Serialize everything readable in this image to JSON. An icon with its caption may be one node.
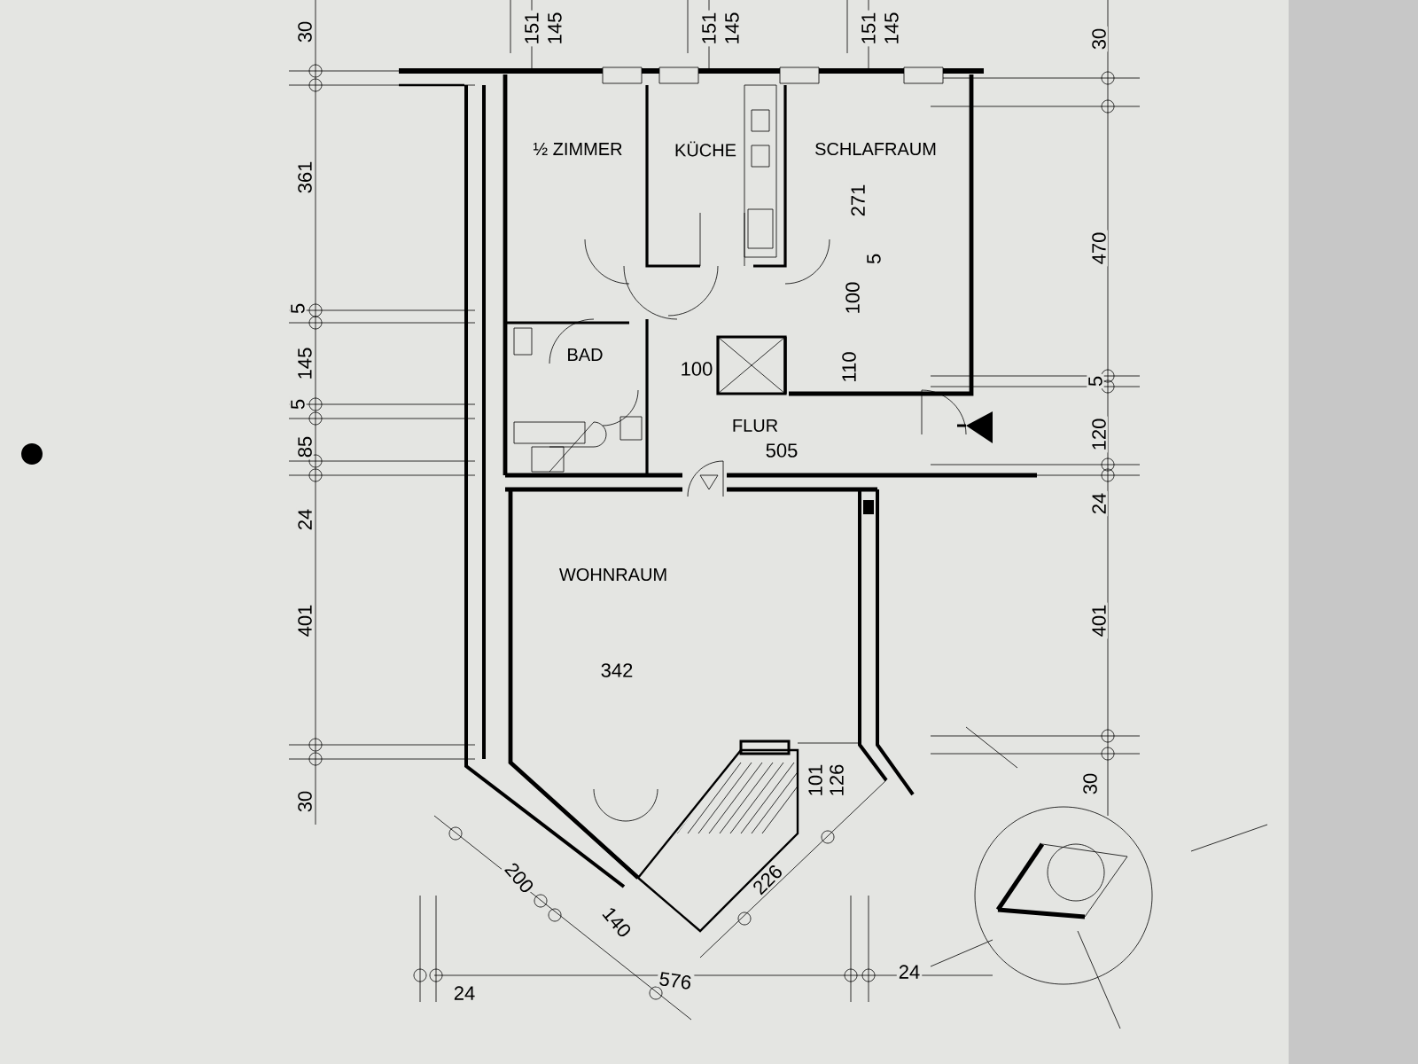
{
  "diagram": {
    "labels": [
      "151",
      "145",
      "151",
      "145",
      "151",
      "145",
      "30",
      "361",
      "5",
      "145",
      "5",
      "85",
      "24",
      "401",
      "30",
      "30",
      "470",
      "5",
      "120",
      "24",
      "401",
      "30",
      "½ ZIMMER",
      "KÜCHE",
      "SCHLAFRAUM",
      "271",
      "5",
      "100",
      "110",
      "BAD",
      "100",
      "FLUR",
      "505",
      "WOHNRAUM",
      "342",
      "101",
      "126",
      "200",
      "140",
      "226",
      "576",
      "24",
      "24"
    ]
  }
}
